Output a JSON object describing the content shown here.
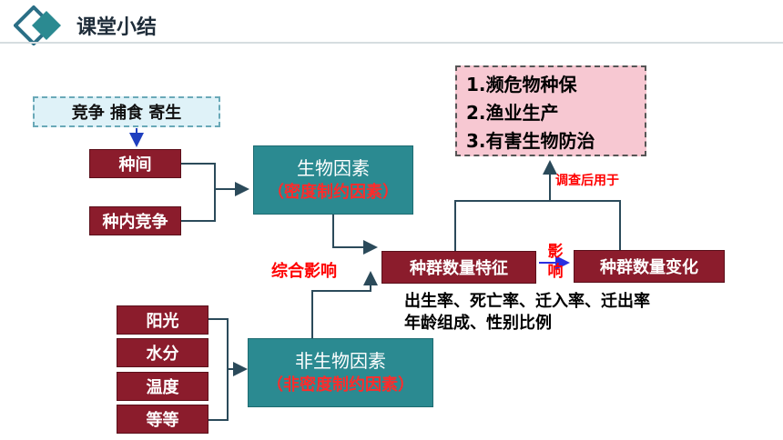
{
  "header": {
    "title": "课堂小结"
  },
  "competition": {
    "label": "竞争 捕食 寄生"
  },
  "biotic_inputs": [
    "种间",
    "种内竞争"
  ],
  "biotic_factor": {
    "title": "生物因素",
    "subtitle": "（密度制约因素）"
  },
  "abiotic_inputs": [
    "阳光",
    "水分",
    "温度",
    "等等"
  ],
  "abiotic_factor": {
    "title": "非生物因素",
    "subtitle": "（非密度制约因素）"
  },
  "combined_label": "综合影响",
  "population_traits": "种群数量特征",
  "influence_label": "影响",
  "population_change": "种群数量变化",
  "trait_details": [
    "出生率、死亡率、迁入率、迁出率",
    "年龄组成、性别比例"
  ],
  "survey_label": "调查后用于",
  "applications": [
    "1.濒危物种保",
    "2.渔业生产",
    "3.有害生物防治"
  ],
  "colors": {
    "dark_red": "#8b1c2c",
    "teal": "#2b8a91",
    "accent_red": "#ff0000",
    "pink": "#f7c8d2"
  }
}
